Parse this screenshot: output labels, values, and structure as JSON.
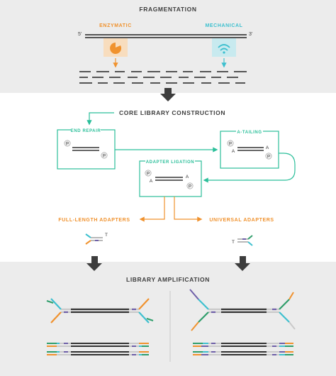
{
  "colors": {
    "section_bg": "#ececec",
    "teal": "#2bbf9a",
    "orange": "#f0922e",
    "dark": "#3d3d3d",
    "strand_gray": "#c9c9c9",
    "cyan": "#3ec0cf",
    "purple": "#6e5fa8",
    "green": "#2f9e6b"
  },
  "fragmentation": {
    "title": "FRAGMENTATION",
    "enzymatic_label": "ENZYMATIC",
    "mechanical_label": "MECHANICAL",
    "five_prime": "5'",
    "three_prime": "3'",
    "enzymatic_icon": "pacman-enzyme-icon",
    "mechanical_icon": "sound-wave-icon"
  },
  "core": {
    "title": "CORE LIBRARY CONSTRUCTION",
    "end_repair": "END REPAIR",
    "a_tailing": "A-TAILING",
    "adapter_ligation": "ADAPTER LIGATION",
    "phosphate": "P",
    "adenine": "A"
  },
  "adapters": {
    "full_length": "FULL-LENGTH ADAPTERS",
    "universal": "UNIVERSAL ADAPTERS",
    "thymine": "T"
  },
  "amplification": {
    "title": "LIBRARY AMPLIFICATION"
  }
}
